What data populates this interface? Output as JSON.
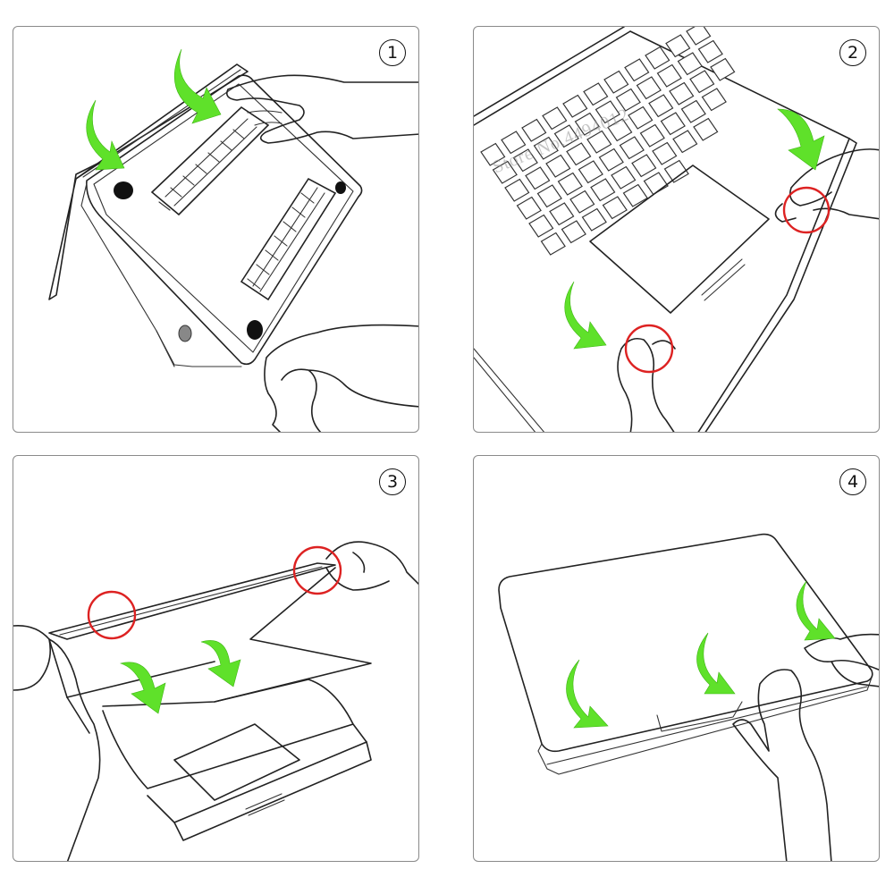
{
  "steps": [
    {
      "number": "1",
      "icons": [
        "laptop-bottom-case-icon",
        "hand-icon",
        "green-arrow-icon"
      ]
    },
    {
      "number": "2",
      "icons": [
        "keyboard-icon",
        "trackpad-icon",
        "hand-icon",
        "red-circle-icon",
        "green-arrow-icon"
      ]
    },
    {
      "number": "3",
      "icons": [
        "laptop-lid-icon",
        "hand-icon",
        "red-circle-icon",
        "green-arrow-icon"
      ]
    },
    {
      "number": "4",
      "icons": [
        "laptop-closed-icon",
        "hand-icon",
        "green-arrow-icon"
      ]
    }
  ],
  "watermark": "Store No.4494012",
  "colors": {
    "arrow": "#5fe12a",
    "highlight": "#dd2222",
    "line": "#222222",
    "panel_border": "#8a8a8a"
  }
}
